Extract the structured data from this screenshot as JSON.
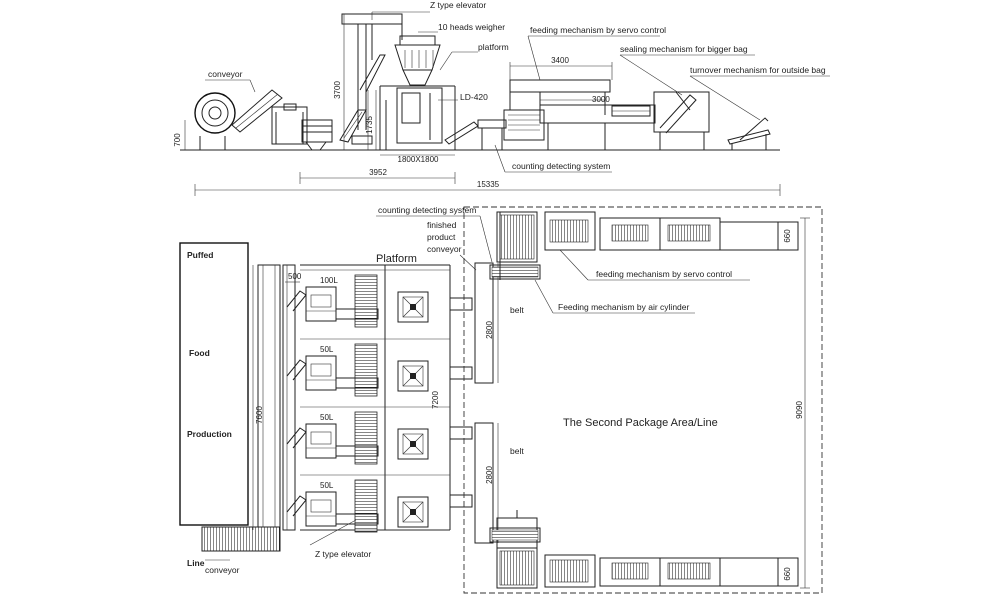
{
  "side_view": {
    "labels": {
      "z_elevator": "Z type elevator",
      "weigher": "10 heads weigher",
      "platform": "platform",
      "conveyor": "conveyor",
      "ld420": "LD-420",
      "feeding_servo": "feeding mechanism by servo control",
      "sealing": "sealing mechanism for bigger bag",
      "turnover": "turnover mechanism for outside bag",
      "counting": "counting detecting system"
    },
    "dims": {
      "d3700": "3700",
      "d700": "700",
      "d1735": "1735",
      "d1800": "1800X1800",
      "d3952": "3952",
      "d15335": "15335",
      "d3400": "3400",
      "d3000": "3000"
    }
  },
  "plan_view": {
    "labels": {
      "puffed": "Puffed",
      "food": "Food",
      "production": "Production",
      "line": "Line",
      "conveyor": "conveyor",
      "platform": "Platform",
      "counting": "counting detecting system",
      "finished1": "finished",
      "finished2": "product",
      "finished3": "conveyor",
      "feeding_servo": "feeding mechanism by servo control",
      "feeding_air": "Feeding mechanism by air cylinder",
      "belt1": "belt",
      "belt2": "belt",
      "second_area": "The Second Package Area/Line",
      "z_elevator": "Z type elevator"
    },
    "hoppers": [
      "100L",
      "50L",
      "50L",
      "50L"
    ],
    "dims": {
      "d500": "500",
      "d7600": "7600",
      "d7200": "7200",
      "d2800a": "2800",
      "d2800b": "2800",
      "d9090": "9090",
      "d660a": "660",
      "d660b": "660"
    }
  }
}
